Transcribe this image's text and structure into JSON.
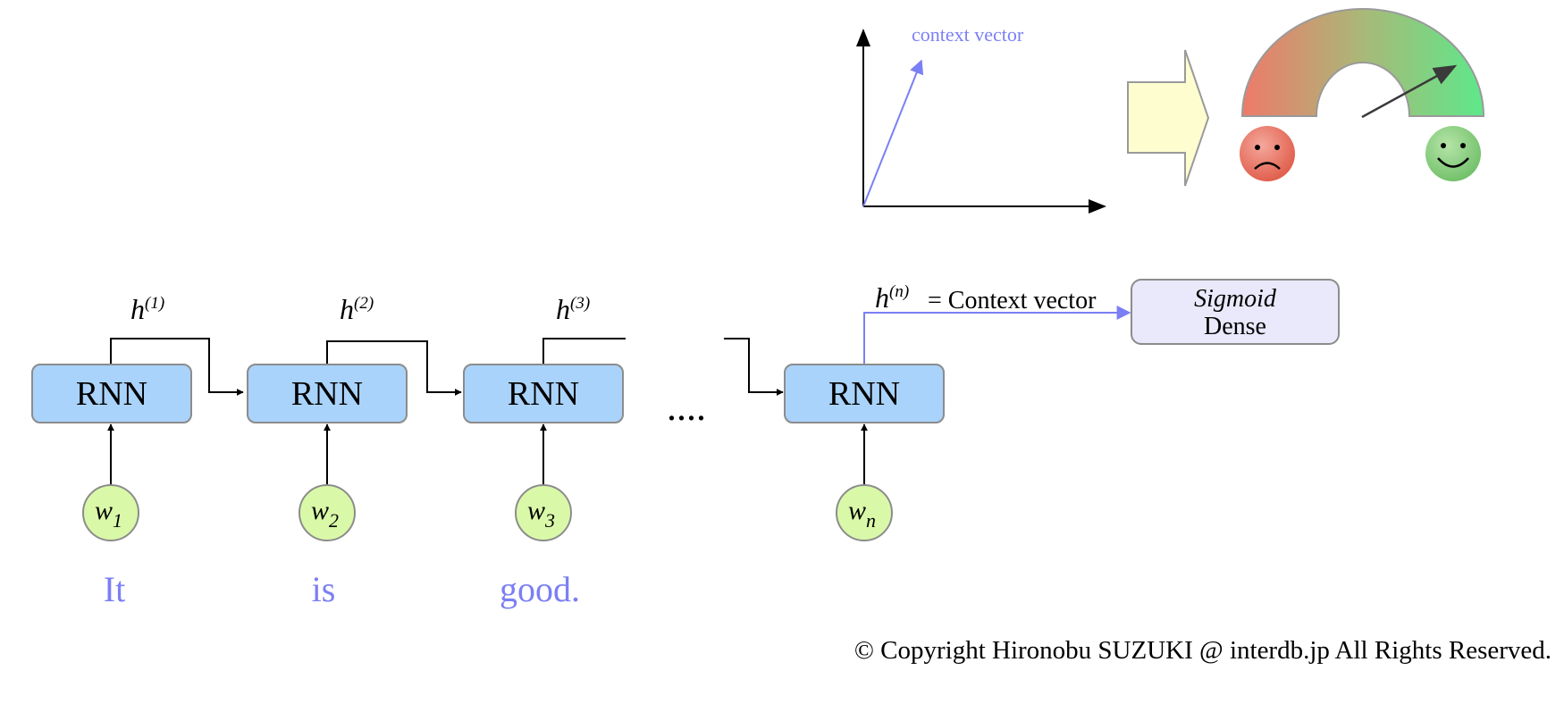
{
  "rnn": {
    "label": "RNN",
    "cells": [
      {
        "hidden": "h",
        "hidden_sup": "(1)",
        "input": "w",
        "input_sub": "1",
        "word": "It"
      },
      {
        "hidden": "h",
        "hidden_sup": "(2)",
        "input": "w",
        "input_sub": "2",
        "word": "is"
      },
      {
        "hidden": "h",
        "hidden_sup": "(3)",
        "input": "w",
        "input_sub": "3",
        "word": "good."
      },
      {
        "hidden": "h",
        "hidden_sup": "(n)",
        "input": "w",
        "input_sub": "n",
        "word": ""
      }
    ],
    "ellipsis": "...."
  },
  "context": {
    "equation": "= Context vector",
    "vector_label": "context vector"
  },
  "dense": {
    "activation": "Sigmoid",
    "label": "Dense"
  },
  "copyright": "© Copyright Hironobu SUZUKI @ interdb.jp All Rights Reserved.",
  "colors": {
    "rnn_fill": "#a9d3fa",
    "input_fill": "#d9f9a9",
    "word_text": "#7b7ff4",
    "context_vector": "#7b7ff4",
    "dense_fill": "#e9e9fb",
    "arrow_fill": "#fdfdd0",
    "gauge_negative": "#ee7a6a",
    "gauge_positive": "#5ee88a"
  },
  "icons": [
    "sad-face-icon",
    "happy-face-icon",
    "gauge-needle-icon",
    "right-arrow-icon"
  ]
}
